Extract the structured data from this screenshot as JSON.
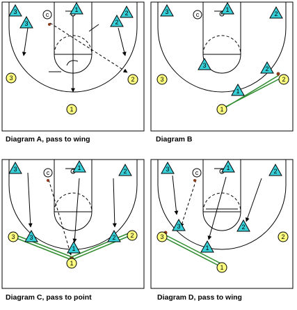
{
  "colors": {
    "triangle_fill": "#38d0d8",
    "circle_fill": "#ffff80",
    "pass_line": "#2e8b2e",
    "ball": "#8b3a1a",
    "court_line": "#000000"
  },
  "diagrams": [
    {
      "caption": "Diagram A, pass to wing",
      "defenders": [
        {
          "label": "3"
        },
        {
          "label": "3"
        },
        {
          "label": "1"
        },
        {
          "label": "2"
        },
        {
          "label": "2"
        }
      ],
      "offense": [
        {
          "label": "3"
        },
        {
          "label": "2"
        },
        {
          "label": "1"
        }
      ],
      "coach": {
        "label": "c"
      }
    },
    {
      "caption": "Diagram B",
      "defenders": [
        {
          "label": "3"
        },
        {
          "label": "1"
        },
        {
          "label": "2"
        },
        {
          "label": "3"
        },
        {
          "label": "2"
        },
        {
          "label": "1"
        }
      ],
      "offense": [
        {
          "label": "3"
        },
        {
          "label": "2"
        },
        {
          "label": "1"
        }
      ],
      "coach": {
        "label": "c"
      }
    },
    {
      "caption": "Diagram C, pass to point",
      "defenders": [
        {
          "label": "3"
        },
        {
          "label": "1"
        },
        {
          "label": "2"
        },
        {
          "label": "3"
        },
        {
          "label": "1"
        },
        {
          "label": "2"
        }
      ],
      "offense": [
        {
          "label": "3"
        },
        {
          "label": "2"
        },
        {
          "label": "1"
        }
      ],
      "coach": {
        "label": "c"
      }
    },
    {
      "caption": "Diagram D, pass to wing",
      "defenders": [
        {
          "label": "3"
        },
        {
          "label": "1"
        },
        {
          "label": "2"
        },
        {
          "label": "3"
        },
        {
          "label": "2"
        },
        {
          "label": "1"
        }
      ],
      "offense": [
        {
          "label": "3"
        },
        {
          "label": "2"
        },
        {
          "label": "1"
        }
      ],
      "coach": {
        "label": "c"
      }
    }
  ]
}
